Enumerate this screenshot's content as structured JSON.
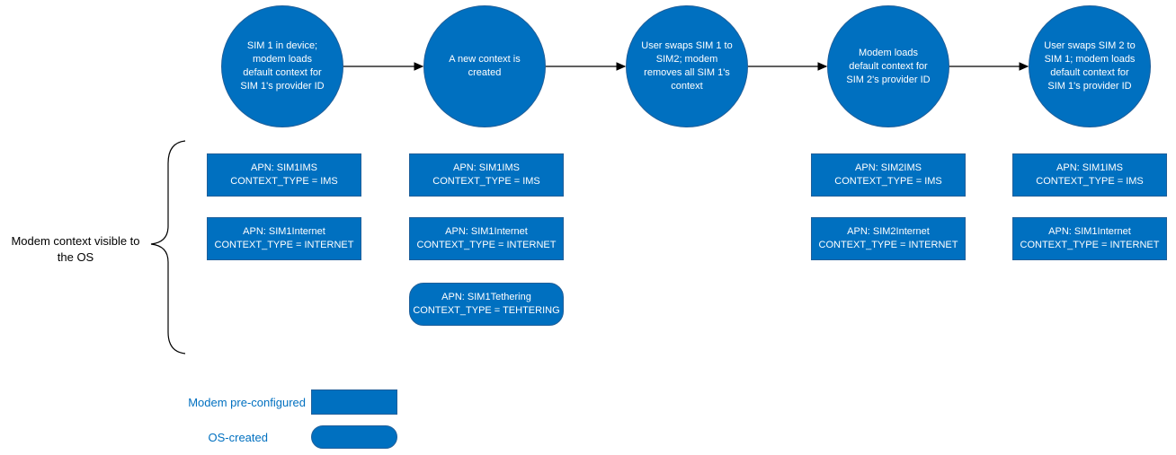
{
  "steps": [
    "SIM 1 in device; modem loads default context for SIM 1's provider ID",
    "A new context is created",
    "User swaps SIM 1 to SIM2; modem removes all SIM 1's context",
    "Modem loads default context for SIM 2's provider ID",
    "User swaps SIM 2 to SIM 1; modem loads default context for SIM 1's provider ID"
  ],
  "contexts": {
    "col1": [
      {
        "apn": "APN: SIM1IMS",
        "type": "CONTEXT_TYPE = IMS"
      },
      {
        "apn": "APN: SIM1Internet",
        "type": "CONTEXT_TYPE = INTERNET"
      }
    ],
    "col2": [
      {
        "apn": "APN: SIM1IMS",
        "type": "CONTEXT_TYPE = IMS"
      },
      {
        "apn": "APN: SIM1Internet",
        "type": "CONTEXT_TYPE = INTERNET"
      },
      {
        "apn": "APN: SIM1Tethering",
        "type": "CONTEXT_TYPE = TEHTERING"
      }
    ],
    "col4": [
      {
        "apn": "APN: SIM2IMS",
        "type": "CONTEXT_TYPE = IMS"
      },
      {
        "apn": "APN: SIM2Internet",
        "type": "CONTEXT_TYPE = INTERNET"
      }
    ],
    "col5": [
      {
        "apn": "APN: SIM1IMS",
        "type": "CONTEXT_TYPE = IMS"
      },
      {
        "apn": "APN: SIM1Internet",
        "type": "CONTEXT_TYPE = INTERNET"
      }
    ]
  },
  "side_label": "Modem context visible to the OS",
  "legend": {
    "preconfigured": "Modem pre-configured",
    "os_created": "OS-created"
  },
  "colors": {
    "fill": "#0070c0",
    "text": "#ffffff",
    "legend_text": "#0070c0"
  }
}
